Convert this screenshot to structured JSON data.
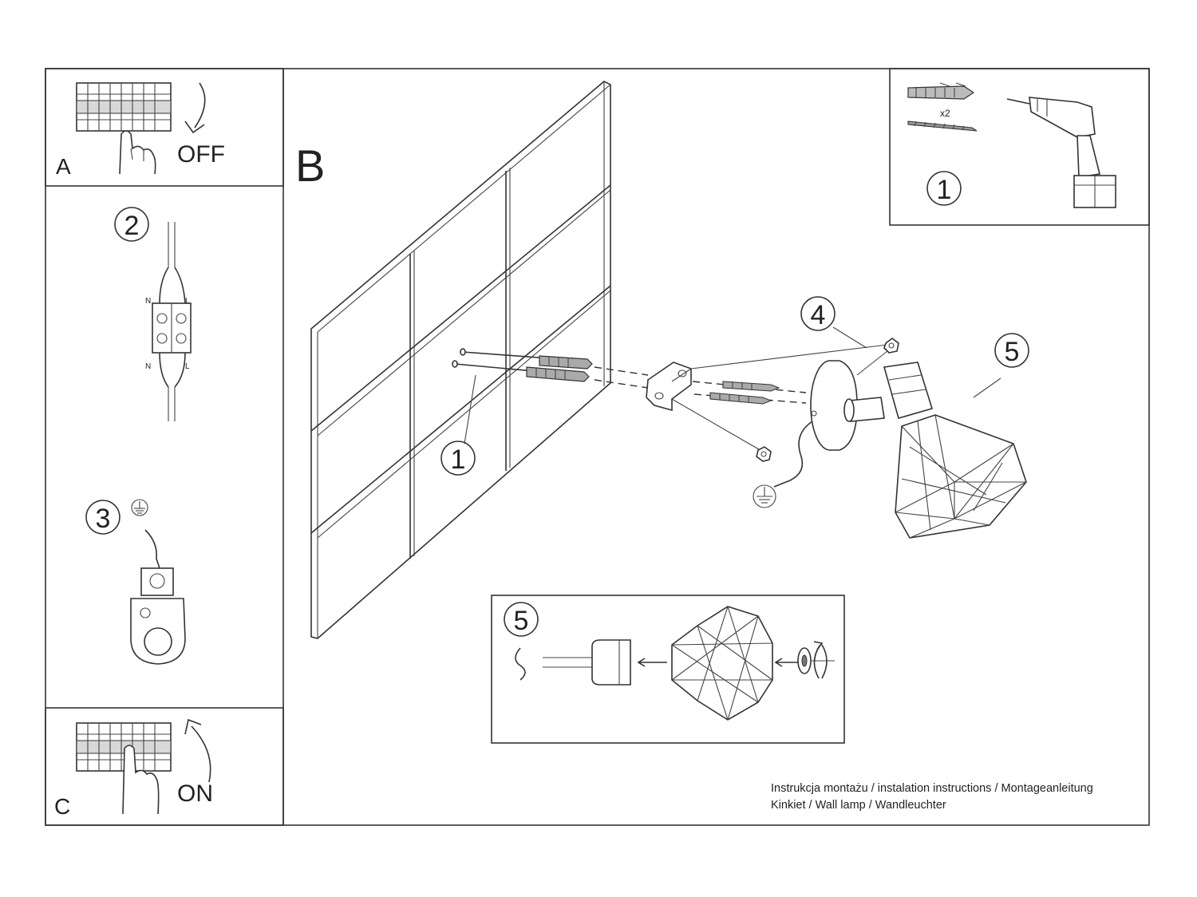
{
  "panels": {
    "a": {
      "letter": "A",
      "label": "OFF"
    },
    "b": {
      "letter": "B"
    },
    "c": {
      "letter": "C",
      "label": "ON"
    }
  },
  "steps": {
    "tools": {
      "number": "1",
      "quantity": "x2"
    },
    "wiring": {
      "number": "2",
      "terminal_left": "N",
      "terminal_right": "L"
    },
    "earth": {
      "number": "3"
    },
    "wall_anchor": {
      "number": "1"
    },
    "mounting_screw": {
      "number": "4"
    },
    "shade": {
      "number": "5"
    },
    "shade_detail": {
      "number": "5"
    }
  },
  "footer": {
    "line1": "Instrukcja montażu / instalation instructions / Montageanleitung",
    "line2": "Kinkiet / Wall lamp / Wandleuchter"
  }
}
